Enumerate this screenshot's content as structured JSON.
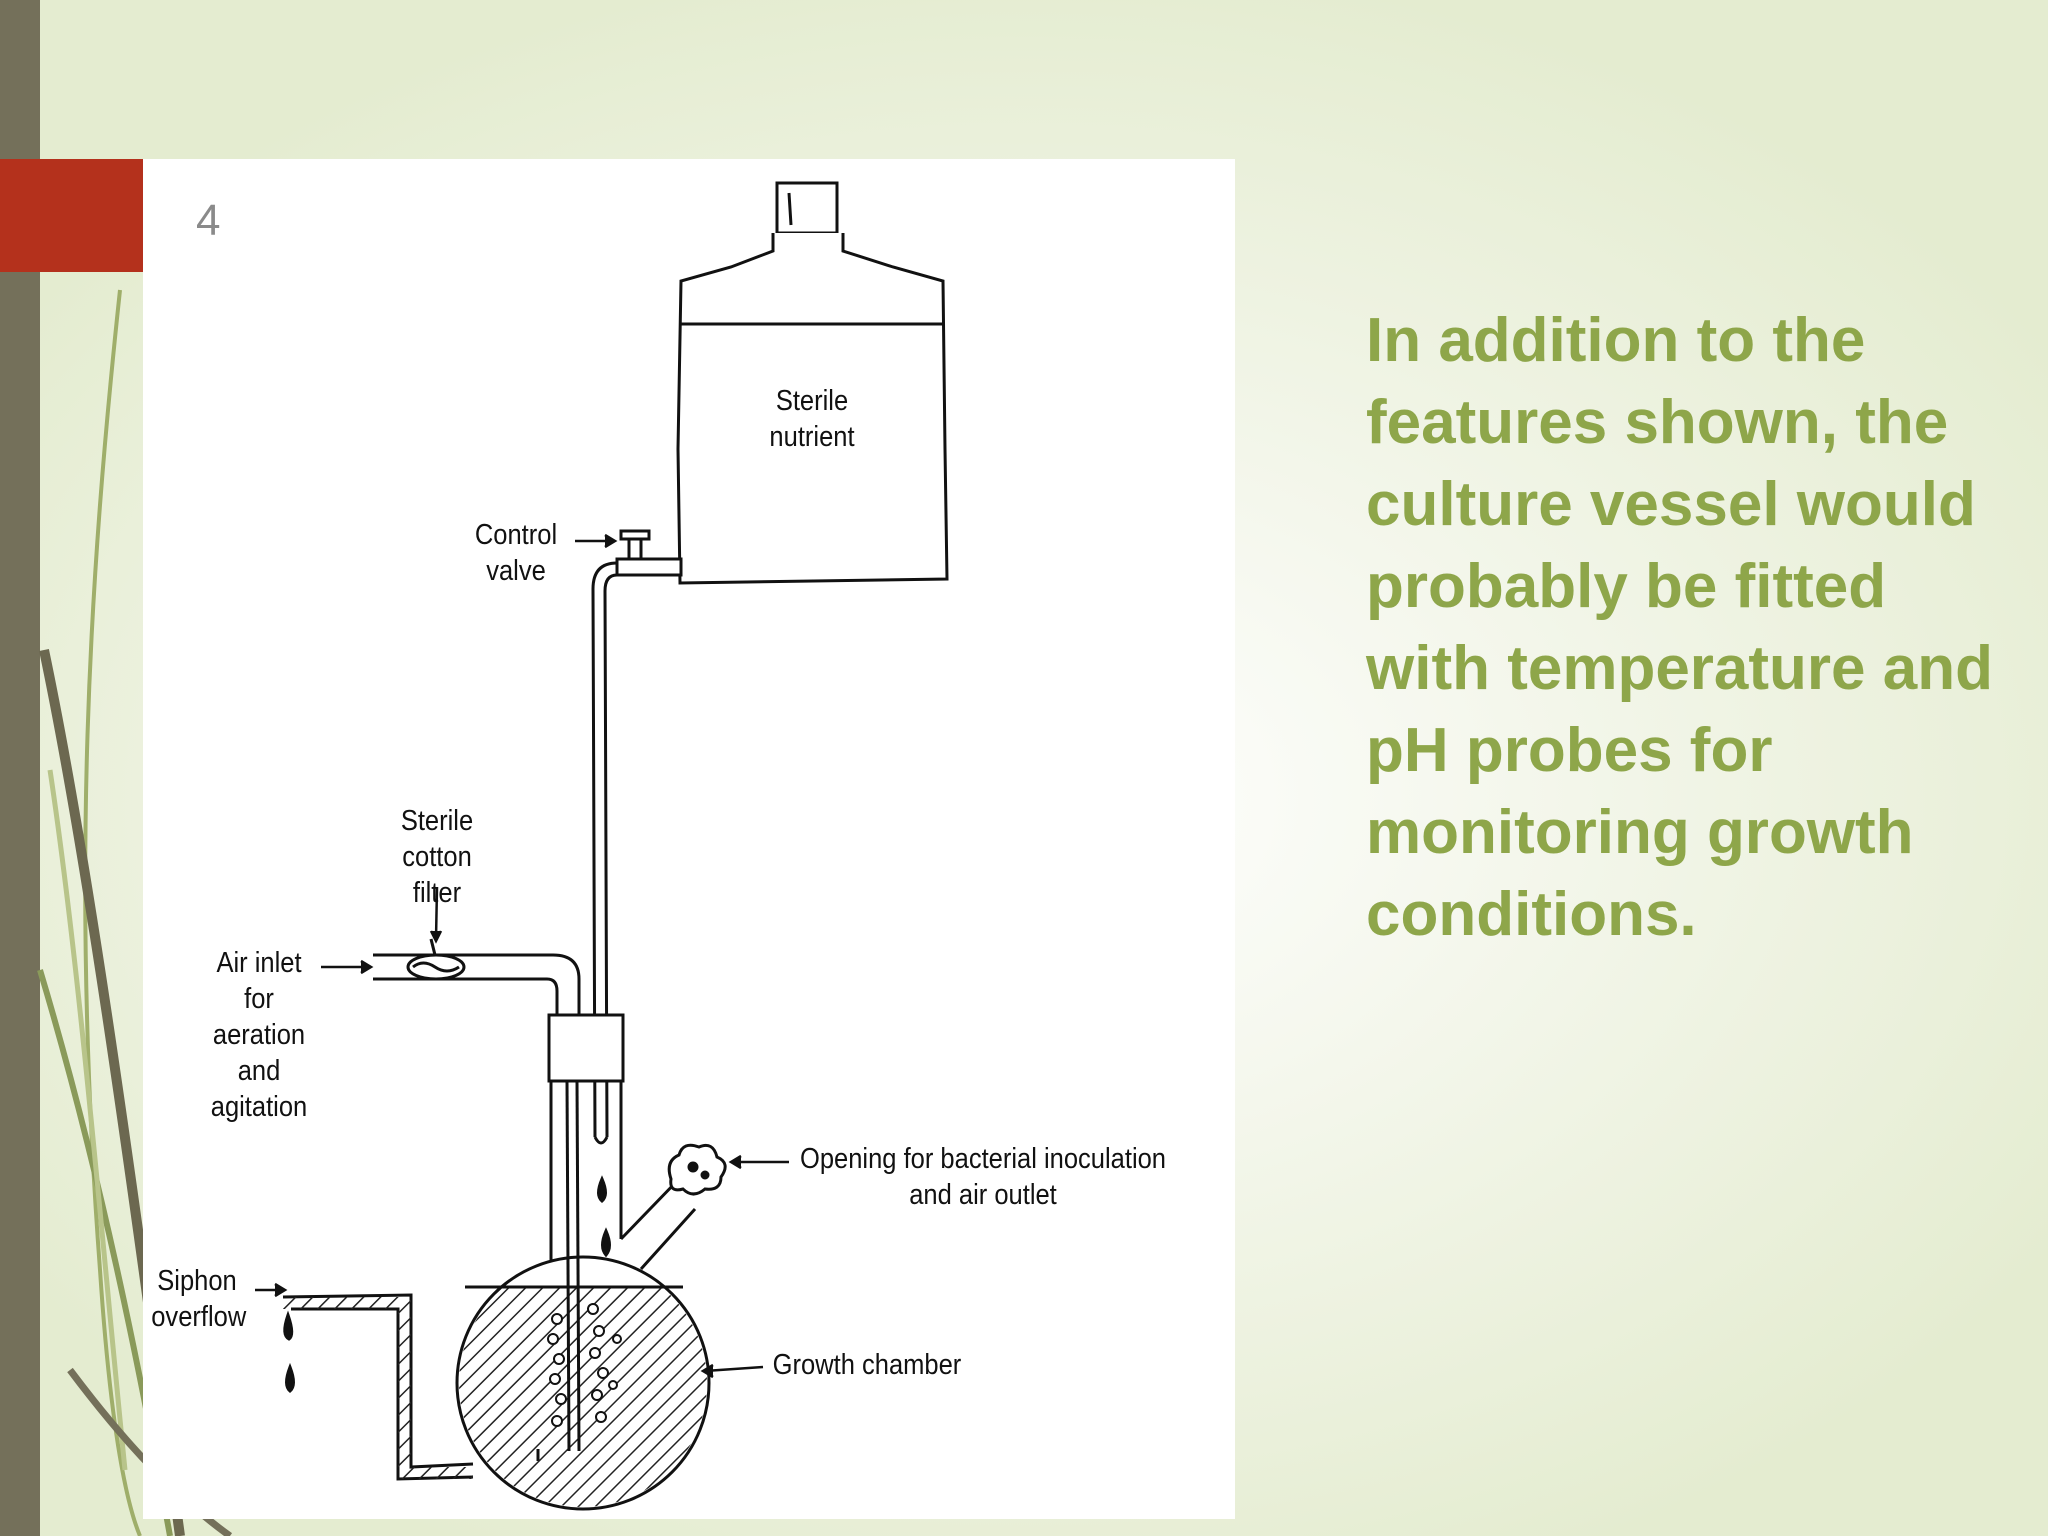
{
  "slide": {
    "number": "4",
    "body_text": "In addition to the features shown, the culture vessel would probably be fitted with temperature and pH probes for monitoring growth conditions."
  },
  "diagram": {
    "labels": {
      "sterile_nutrient": "Sterile nutrient",
      "control_valve": "Control valve",
      "sterile_cotton_filter": "Sterile cotton filter",
      "air_inlet": "Air inlet for aeration and agitation",
      "opening": "Opening for bacterial inoculation and air outlet",
      "siphon_overflow": "Siphon overflow",
      "growth_chamber": "Growth chamber"
    }
  },
  "colors": {
    "side_bar": "#74705a",
    "accent_red": "#b4311c",
    "body_text": "#8ea64a"
  }
}
